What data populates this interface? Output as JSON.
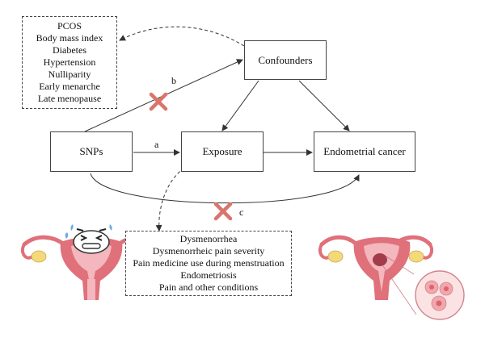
{
  "confounder_box": {
    "items": [
      "PCOS",
      "Body mass index",
      "Diabetes",
      "Hypertension",
      "Nulliparity",
      "Early menarche",
      "Late menopause"
    ]
  },
  "nodes": {
    "confounders": "Confounders",
    "snps": "SNPs",
    "exposure": "Exposure",
    "outcome": "Endometrial cancer"
  },
  "exposure_box": {
    "items": [
      "Dysmenorrhea",
      "Dysmenorrheic pain severity",
      "Pain medicine use during menstruation",
      "Endometriosis",
      "Pain and other conditions"
    ]
  },
  "path_labels": {
    "a": "a",
    "b": "b",
    "c": "c"
  },
  "colors": {
    "cross": "#d9756c",
    "uterus": "#e0707a",
    "uterus_light": "#f3b7bd",
    "ovary": "#f3d97a",
    "lines": "#333333"
  },
  "icons": [
    "pain-face-icon",
    "uterus-illustration",
    "cancer-cells-icon",
    "cross-mark-icon"
  ]
}
